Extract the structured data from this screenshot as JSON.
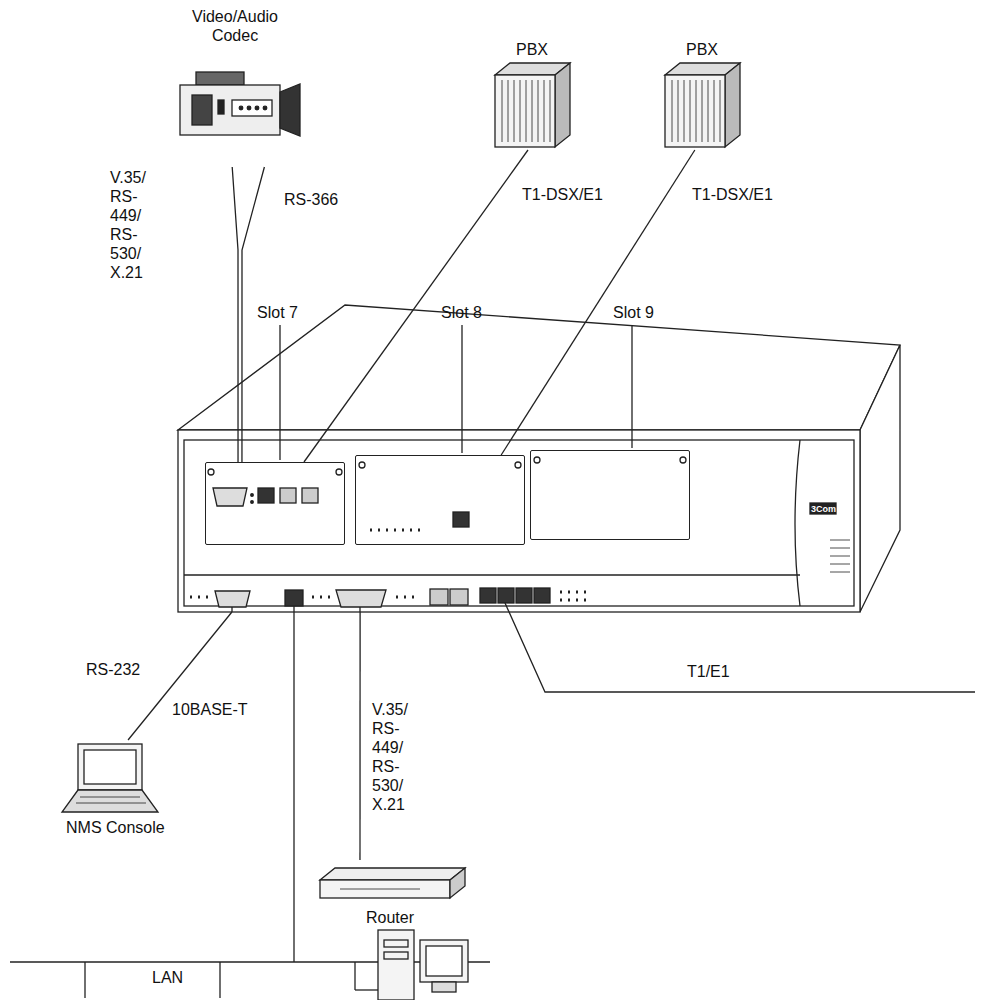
{
  "diagram": {
    "nodes": [
      {
        "text": [
          "Video/Audio Codec"
        ]
      },
      {
        "text": [
          "PBX"
        ]
      },
      {
        "text": [
          "PBX"
        ]
      },
      {
        "text": [
          "3Com"
        ]
      },
      {
        "text": [
          "Slot 7"
        ],
        "in": 3
      },
      {
        "text": [
          "Slot 8"
        ],
        "in": 3
      },
      {
        "text": [
          "Slot 9"
        ],
        "in": 3
      },
      {
        "text": [
          "NMS Console"
        ]
      },
      {
        "text": [
          "Router"
        ]
      }
    ],
    "edges": [
      {
        "from": 0,
        "to": 4,
        "label": "V.35/ RS-449/ RS-530/ X.21",
        "arrow": "none"
      },
      {
        "from": 0,
        "to": 4,
        "label": "RS-366",
        "arrow": "none"
      },
      {
        "from": 1,
        "to": 4,
        "label": "T1-DSX/E1",
        "arrow": "none"
      },
      {
        "from": 2,
        "to": 5,
        "label": "T1-DSX/E1",
        "arrow": "none"
      },
      {
        "from": 7,
        "to": 3,
        "label": "RS-232",
        "arrow": "none"
      },
      {
        "from": 8,
        "to": 3,
        "label": "V.35/ RS-449/ RS-530/ X.21",
        "arrow": "none"
      }
    ],
    "labels": [
      "10BASE-T",
      "LAN",
      "T1/E1"
    ]
  }
}
